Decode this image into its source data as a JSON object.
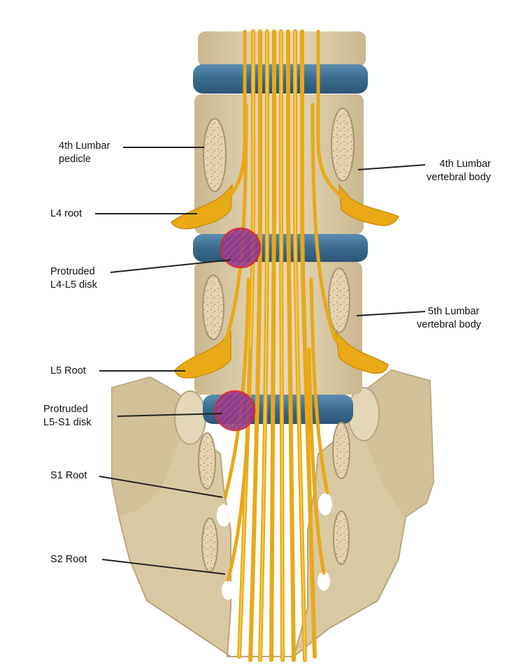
{
  "labels": {
    "l4_pedicle": {
      "line1": "4th Lumbar",
      "line2": "pedicle"
    },
    "l4_body": {
      "line1": "4th Lumbar",
      "line2": "vertebral body"
    },
    "l4_root": "L4 root",
    "l4l5_disk": {
      "line1": "Protruded",
      "line2": "L4-L5 disk"
    },
    "l5_body": {
      "line1": "5th Lumbar",
      "line2": "vertebral body"
    },
    "l5_root": "L5 Root",
    "l5s1_disk": {
      "line1": "Protruded",
      "line2": "L5-S1 disk"
    },
    "s1_root": "S1 Root",
    "s2_root": "S2 Root"
  },
  "colors": {
    "bone": "#e3d6b6",
    "bone_shadow": "#c8b88f",
    "disc": "#3f6f93",
    "nerve": "#e8a817",
    "nerve_light": "#f4c437",
    "protrusion": "#8e3b8c",
    "protrusion_outline": "#d6283a",
    "pointer_line": "#222222"
  }
}
